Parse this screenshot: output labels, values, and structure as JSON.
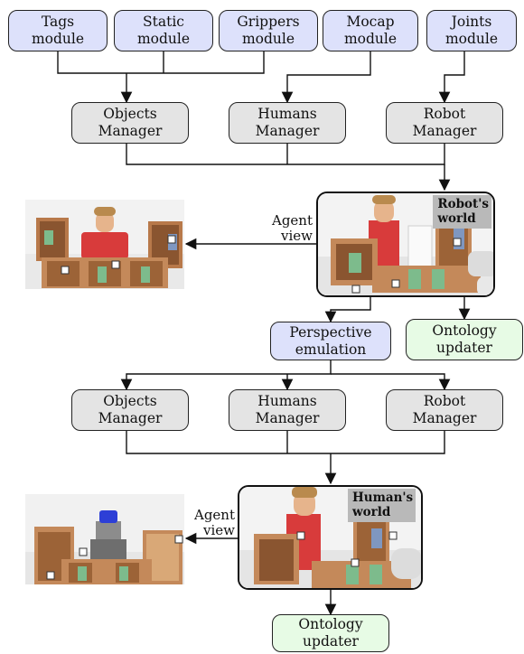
{
  "modules": [
    "Tags\nmodule",
    "Static\nmodule",
    "Grippers\nmodule",
    "Mocap\nmodule",
    "Joints\nmodule"
  ],
  "managers_top": [
    "Objects\nManager",
    "Humans\nManager",
    "Robot\nManager"
  ],
  "managers_bottom": [
    "Objects\nManager",
    "Humans\nManager",
    "Robot\nManager"
  ],
  "perspective": "Perspective\nemulation",
  "ontology_top": "Ontology\nupdater",
  "ontology_bottom": "Ontology\nupdater",
  "agent_view_top": "Agent\nview",
  "agent_view_bottom": "Agent\nview",
  "robot_world": "Robot's\nworld",
  "human_world": "Human's\nworld",
  "colors": {
    "module": "#dde1fb",
    "manager": "#e4e4e4",
    "updater": "#e7fbe5"
  }
}
